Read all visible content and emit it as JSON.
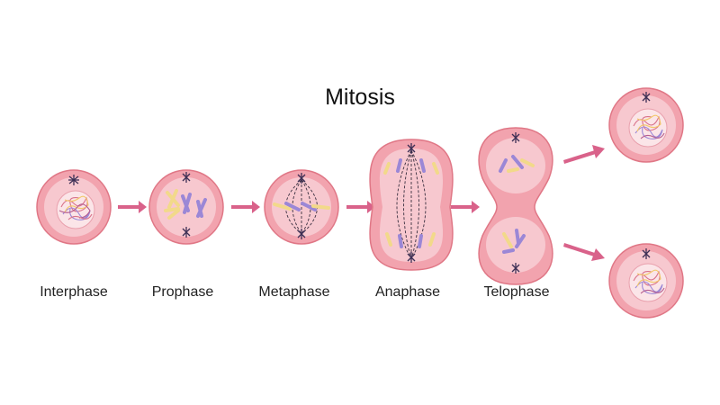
{
  "title": "Mitosis",
  "stages": [
    {
      "label": "Interphase"
    },
    {
      "label": "Prophase"
    },
    {
      "label": "Metaphase"
    },
    {
      "label": "Anaphase"
    },
    {
      "label": "Telophase"
    }
  ],
  "colors": {
    "cell_outer": "#f3a4ae",
    "cell_rim": "#e27a88",
    "cell_inner": "#f6c4cb",
    "nucleus": "#fbe3e6",
    "arrow": "#d9628a",
    "chromosome_yellow": "#f2d98a",
    "chromosome_purple": "#9b87d6",
    "centrosome": "#3d2f55"
  }
}
